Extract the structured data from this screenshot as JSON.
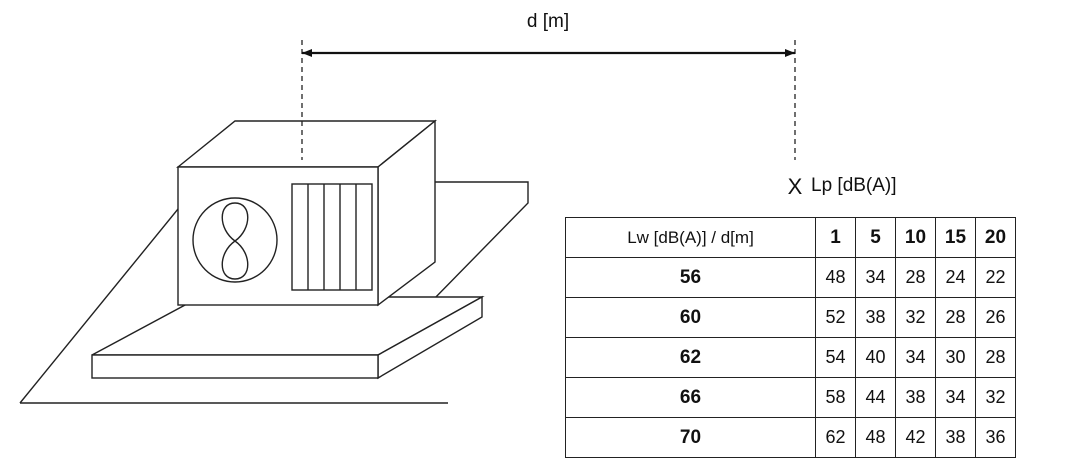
{
  "distance_label": "d [m]",
  "receiver": {
    "marker": "X",
    "label": "Lp [dB(A)]"
  },
  "table": {
    "corner_header": "Lw [dB(A)] / d[m]",
    "distances": [
      "1",
      "5",
      "10",
      "15",
      "20"
    ],
    "rows": [
      {
        "lw": "56",
        "values": [
          "48",
          "34",
          "28",
          "24",
          "22"
        ]
      },
      {
        "lw": "60",
        "values": [
          "52",
          "38",
          "32",
          "28",
          "26"
        ]
      },
      {
        "lw": "62",
        "values": [
          "54",
          "40",
          "34",
          "30",
          "28"
        ]
      },
      {
        "lw": "66",
        "values": [
          "58",
          "44",
          "38",
          "34",
          "32"
        ]
      },
      {
        "lw": "70",
        "values": [
          "62",
          "48",
          "42",
          "38",
          "36"
        ]
      }
    ]
  },
  "icons": {
    "outdoor_unit": "ac-outdoor-unit-icon",
    "fan": "fan-icon",
    "grille": "grille-icon"
  }
}
